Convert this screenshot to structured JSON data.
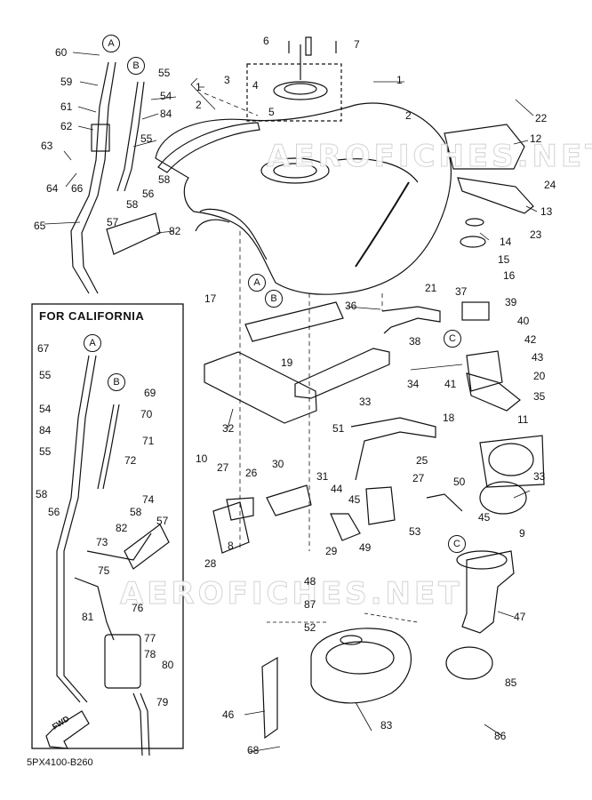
{
  "box_title": "FOR CALIFORNIA",
  "diagram_code": "5PX4100-B260",
  "fwd_label": "FWD",
  "watermark": [
    "AEROFICHES.NET",
    "AEROFICHES.NET"
  ],
  "connectors": [
    "A",
    "B",
    "A",
    "B",
    "A",
    "B",
    "C",
    "C"
  ],
  "parts": [
    "60",
    "59",
    "61",
    "62",
    "63",
    "64",
    "66",
    "65",
    "57",
    "58",
    "55",
    "54",
    "84",
    "55",
    "58",
    "56",
    "82",
    "1",
    "2",
    "3",
    "6",
    "4",
    "5",
    "7",
    "1",
    "2",
    "22",
    "12",
    "24",
    "13",
    "23",
    "14",
    "15",
    "16",
    "17",
    "21",
    "36",
    "37",
    "39",
    "40",
    "38",
    "42",
    "43",
    "20",
    "19",
    "41",
    "35",
    "34",
    "33",
    "18",
    "32",
    "51",
    "11",
    "10",
    "27",
    "26",
    "30",
    "25",
    "31",
    "27",
    "44",
    "50",
    "33",
    "45",
    "45",
    "53",
    "9",
    "8",
    "28",
    "29",
    "49",
    "48",
    "87",
    "47",
    "52",
    "85",
    "46",
    "83",
    "86",
    "68",
    "67",
    "55",
    "69",
    "54",
    "70",
    "84",
    "71",
    "55",
    "72",
    "58",
    "74",
    "56",
    "58",
    "82",
    "57",
    "73",
    "75",
    "81",
    "76",
    "77",
    "78",
    "80",
    "79"
  ]
}
